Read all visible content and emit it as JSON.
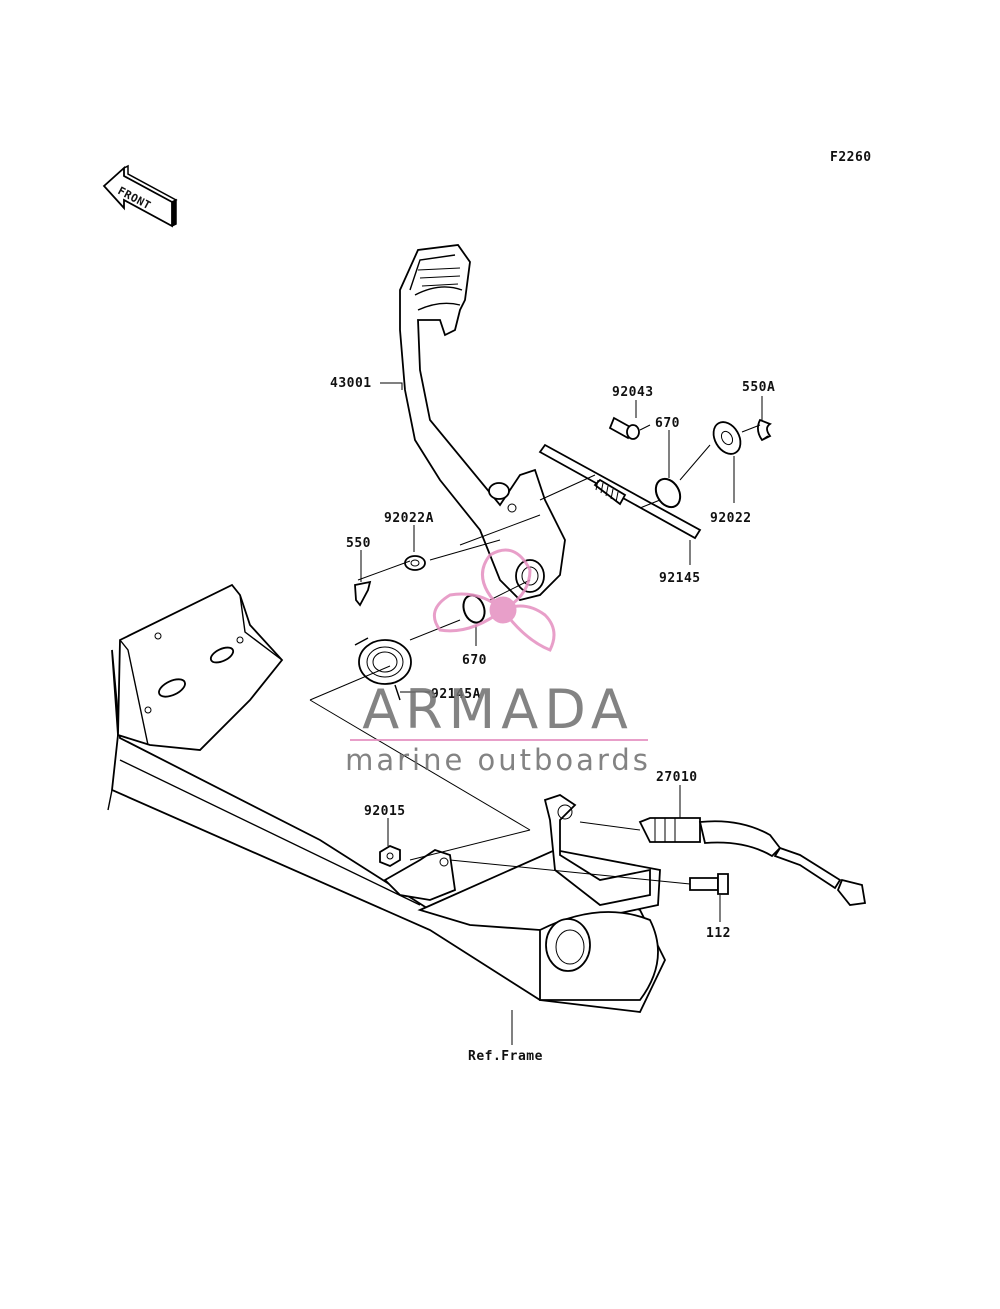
{
  "figure_code": "F2260",
  "front_label": "FRONT",
  "parts": {
    "pedal": "43001",
    "pin": "92043",
    "cotter_pin_a": "550A",
    "o_ring_right": "670",
    "washer_right": "92022",
    "spring_rod": "92145",
    "washer_left": "92022A",
    "cotter_pin": "550",
    "o_ring_left": "670",
    "return_spring": "92145A",
    "switch": "27010",
    "nut": "92015",
    "bolt": "112",
    "frame": "Ref.Frame"
  },
  "watermark": {
    "brand": "ARMADA",
    "tagline": "marine outboards",
    "logo_color": "#e58fc0",
    "text_color": "#6e6e6e"
  }
}
